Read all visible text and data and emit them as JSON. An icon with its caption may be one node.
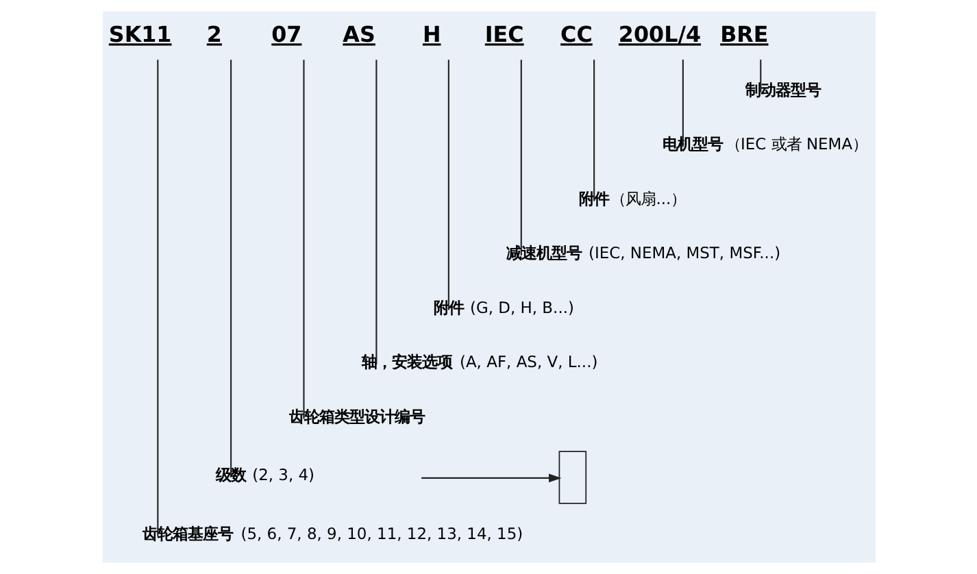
{
  "diagram": {
    "nodes": [
      {
        "text": [
          "SK11"
        ]
      },
      {
        "text": [
          "2"
        ]
      },
      {
        "text": [
          "07"
        ]
      },
      {
        "text": [
          "AS"
        ]
      },
      {
        "text": [
          "H"
        ]
      },
      {
        "text": [
          "IEC"
        ]
      },
      {
        "text": [
          "CC"
        ]
      },
      {
        "text": [
          "200L/4"
        ]
      },
      {
        "text": [
          "BRE"
        ]
      },
      {
        "text": [
          "**制动器型号**"
        ]
      },
      {
        "text": [
          "**电机型号**（IEC 或者 NEMA）"
        ]
      },
      {
        "text": [
          "**附件**（风扇...）"
        ]
      },
      {
        "text": [
          "**减速机型号** (IEC, NEMA, MST, MSF...)"
        ]
      },
      {
        "text": [
          "**附件** (G, D, H, B...)"
        ]
      },
      {
        "text": [
          "**轴，安装选项** (A, AF, AS, V, L...)"
        ]
      },
      {
        "text": [
          "**齿轮箱类型设计编号**"
        ]
      },
      {
        "text": [
          "**级数** (2, 3, 4)"
        ]
      },
      {
        "text": [
          "**齿轮箱基座号** (5, 6, 7, 8, 9, 10, 11, 12, 13, 14, 15)"
        ]
      },
      {
        "text": [],
        "shape": "box"
      }
    ],
    "edges": [
      {
        "from": 8,
        "to": 9,
        "arrow": "none"
      },
      {
        "from": 7,
        "to": 10,
        "arrow": "none"
      },
      {
        "from": 6,
        "to": 11,
        "arrow": "none"
      },
      {
        "from": 5,
        "to": 12,
        "arrow": "none"
      },
      {
        "from": 4,
        "to": 13,
        "arrow": "none"
      },
      {
        "from": 3,
        "to": 14,
        "arrow": "none"
      },
      {
        "from": 2,
        "to": 15,
        "arrow": "none"
      },
      {
        "from": 1,
        "to": 16,
        "arrow": "none"
      },
      {
        "from": 0,
        "to": 17,
        "arrow": "none"
      },
      {
        "from": null,
        "to": 18,
        "arrow": "to"
      }
    ]
  }
}
